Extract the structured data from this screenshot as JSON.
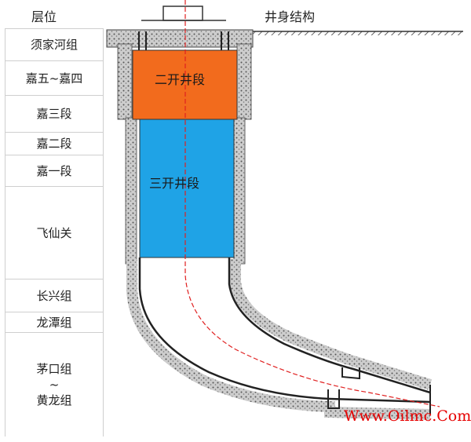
{
  "header": {
    "layer_title": "层位",
    "structure_title": "井身结构"
  },
  "layers": [
    {
      "name": "须家河组"
    },
    {
      "name": "嘉五~嘉四"
    },
    {
      "name": "嘉三段"
    },
    {
      "name": "嘉二段"
    },
    {
      "name": "嘉一段"
    },
    {
      "name": "飞仙关"
    },
    {
      "name": "长兴组"
    },
    {
      "name": "龙潭组"
    },
    {
      "name": "茅口组\n~\n黄龙组"
    }
  ],
  "sections": {
    "second": {
      "label": "二开井段",
      "color": "#f26b1d"
    },
    "third": {
      "label": "三开井段",
      "color": "#1fa3e6"
    }
  },
  "watermark": "Www.Oilmc.Com",
  "colors": {
    "centerline": "#e02020",
    "cement": "#b9b9b9",
    "casing": "#ffffff"
  }
}
